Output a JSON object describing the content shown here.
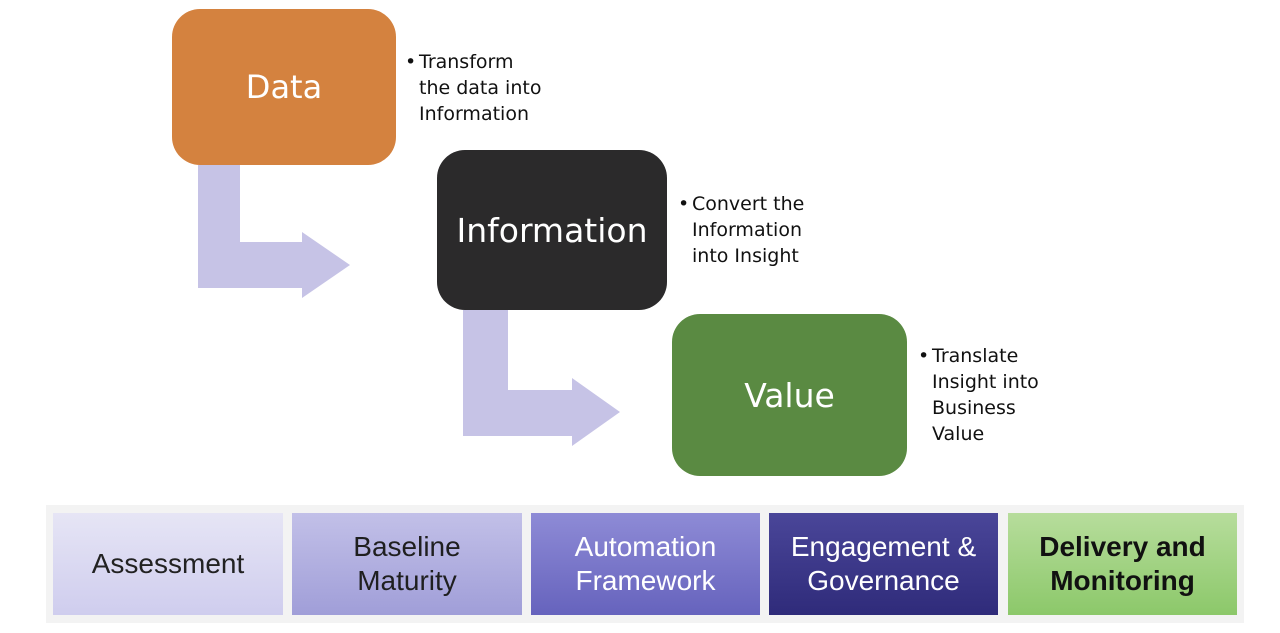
{
  "diagram": {
    "steps": [
      {
        "label": "Data",
        "color": "#d4823f",
        "note": [
          "Transform",
          "the data into",
          "Information"
        ]
      },
      {
        "label": "Information",
        "color": "#2b2a2b",
        "note": [
          "Convert the",
          "Information",
          "into Insight"
        ]
      },
      {
        "label": "Value",
        "color": "#5a8a42",
        "note": [
          "Translate",
          "Insight into",
          "Business",
          "Value"
        ]
      }
    ],
    "arrow_color": "#c6c3e6",
    "bullet": "•"
  },
  "phases": [
    {
      "lines": [
        "Assessment"
      ]
    },
    {
      "lines": [
        "Baseline",
        "Maturity"
      ]
    },
    {
      "lines": [
        "Automation",
        "Framework"
      ]
    },
    {
      "lines": [
        "Engagement &",
        "Governance"
      ]
    },
    {
      "lines": [
        "Delivery and",
        "Monitoring"
      ]
    }
  ]
}
